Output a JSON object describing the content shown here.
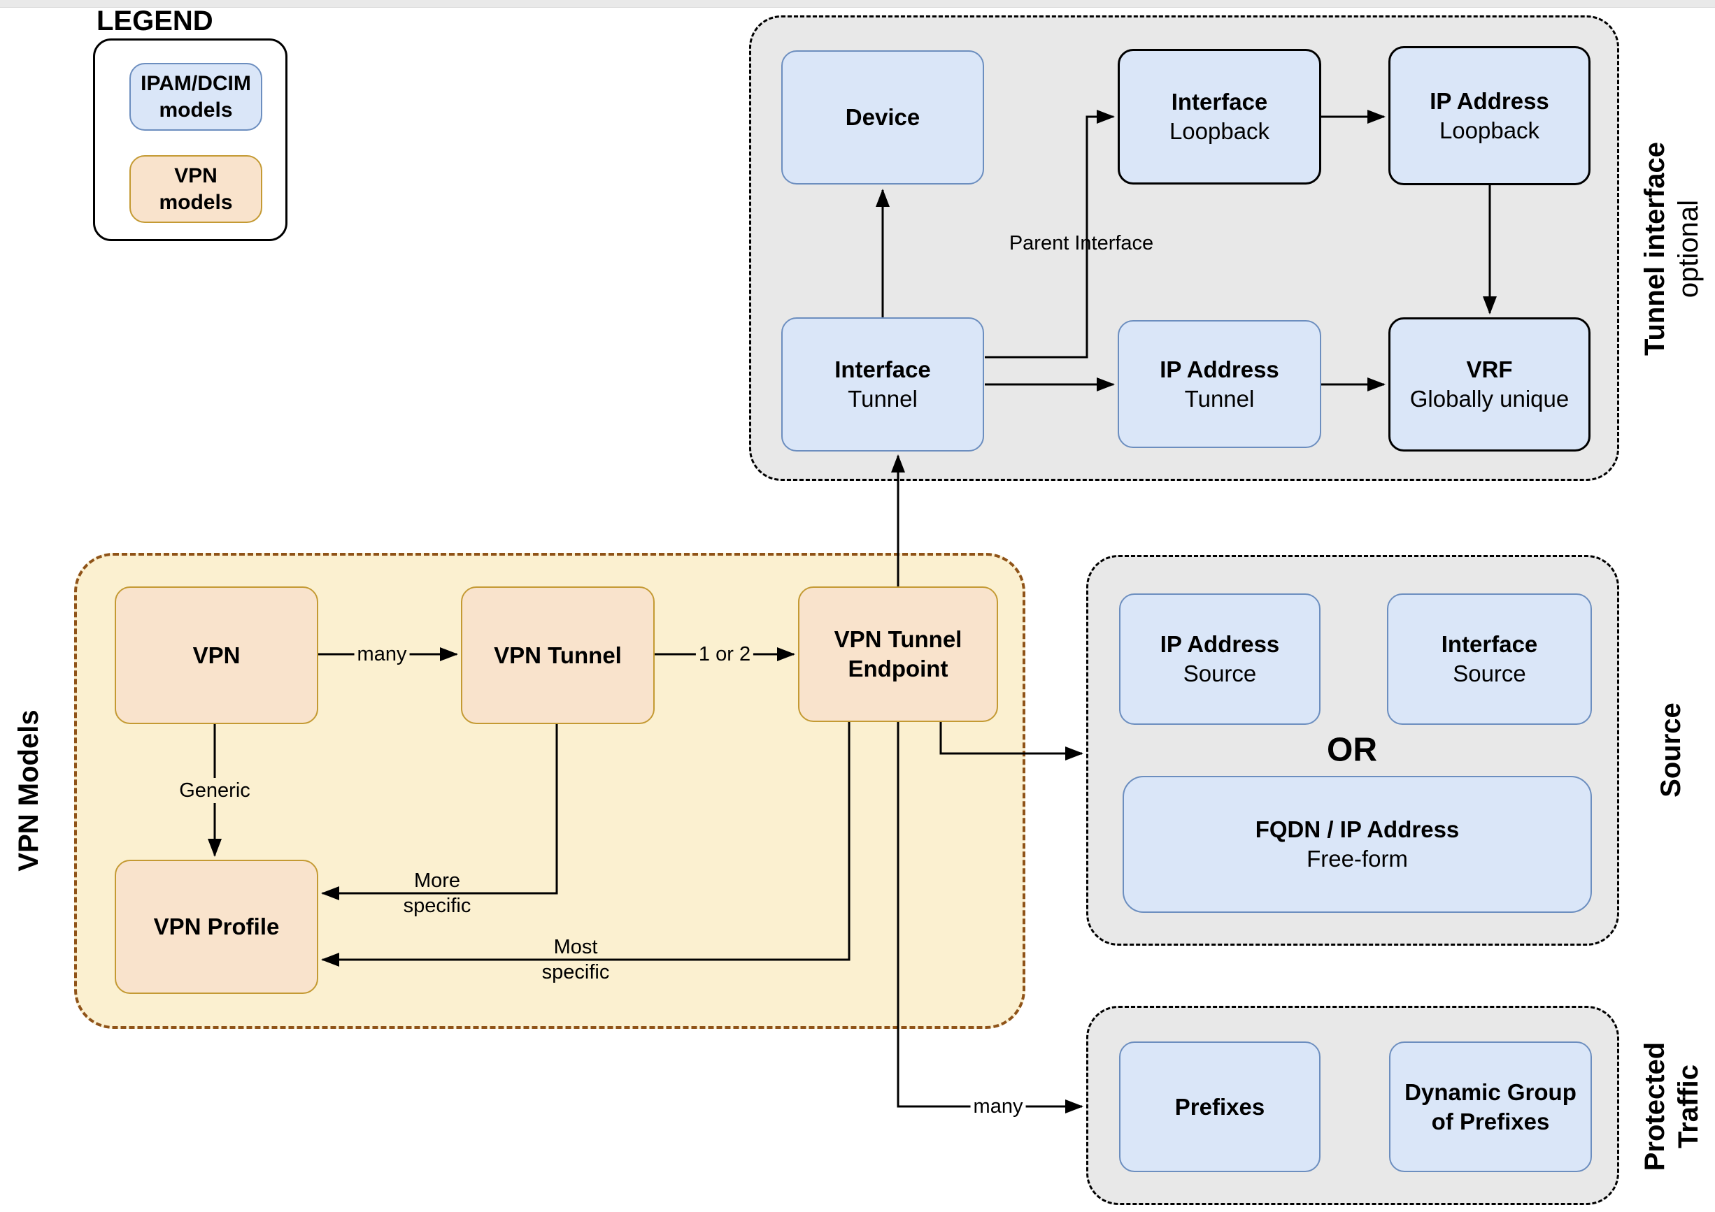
{
  "colors": {
    "ipam_fill": "#dae6f8",
    "ipam_stroke": "#6c8ebf",
    "vpn_fill": "#f9e3cc",
    "vpn_stroke": "#c49a33",
    "group_gray_fill": "#e8e8e8",
    "group_yellow_fill": "#fbf0d0",
    "group_yellow_stroke": "#8f5318",
    "edge_color": "#000000"
  },
  "legend": {
    "title": "LEGEND",
    "ipam_label": "IPAM/DCIM\nmodels",
    "vpn_label": "VPN\nmodels"
  },
  "groups": {
    "tunnel_interface": {
      "label": "Tunnel interface",
      "sublabel": "optional"
    },
    "vpn_models": {
      "label": "VPN Models"
    },
    "source": {
      "label": "Source",
      "or_label": "OR"
    },
    "protected_traffic": {
      "label": "Protected\nTraffic"
    }
  },
  "nodes": {
    "device": {
      "title": "Device",
      "subtitle": ""
    },
    "interface_loopback": {
      "title": "Interface",
      "subtitle": "Loopback"
    },
    "ip_address_loopback": {
      "title": "IP Address",
      "subtitle": "Loopback"
    },
    "interface_tunnel": {
      "title": "Interface",
      "subtitle": "Tunnel"
    },
    "ip_address_tunnel": {
      "title": "IP Address",
      "subtitle": "Tunnel"
    },
    "vrf": {
      "title": "VRF",
      "subtitle": "Globally unique"
    },
    "vpn": {
      "title": "VPN",
      "subtitle": ""
    },
    "vpn_tunnel": {
      "title": "VPN Tunnel",
      "subtitle": ""
    },
    "vpn_tunnel_endpoint": {
      "title": "VPN Tunnel\nEndpoint",
      "subtitle": ""
    },
    "vpn_profile": {
      "title": "VPN Profile",
      "subtitle": ""
    },
    "ip_address_source": {
      "title": "IP Address",
      "subtitle": "Source"
    },
    "interface_source": {
      "title": "Interface",
      "subtitle": "Source"
    },
    "fqdn_ip_address": {
      "title": "FQDN / IP Address",
      "subtitle": "Free-form"
    },
    "prefixes": {
      "title": "Prefixes",
      "subtitle": ""
    },
    "dynamic_group_of_prefixes": {
      "title": "Dynamic Group\nof Prefixes",
      "subtitle": ""
    }
  },
  "edge_labels": {
    "vpn_to_vpn_tunnel": "many",
    "vpn_tunnel_to_endpoint": "1 or 2",
    "vpn_to_profile": "Generic",
    "vpn_tunnel_to_profile": "More\nspecific",
    "endpoint_to_profile": "Most\nspecific",
    "tunnel_to_loopback": "Parent Interface",
    "endpoint_to_protected": "many"
  }
}
